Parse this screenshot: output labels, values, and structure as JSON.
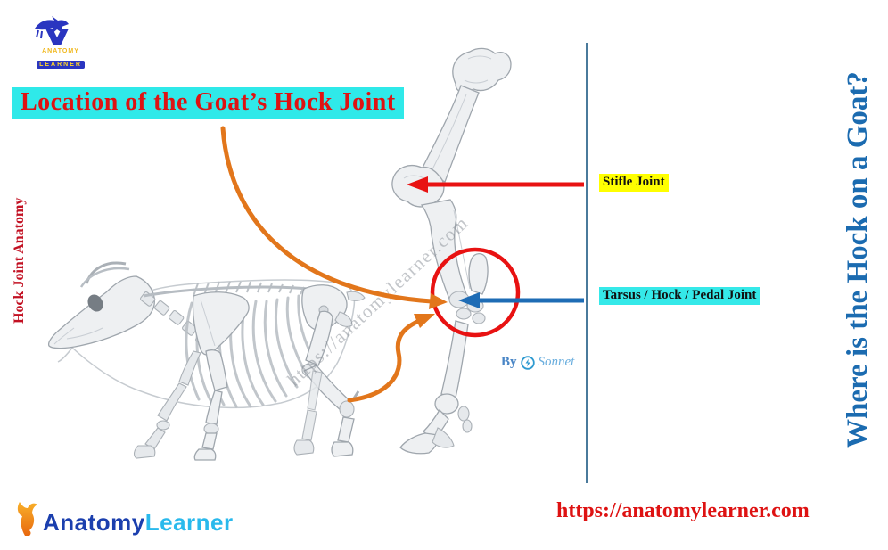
{
  "branding": {
    "top_logo": {
      "line1": "ANATOMY",
      "line2": "LEARNER"
    },
    "footer_brand": {
      "first": "Anatomy",
      "second": "Learner"
    },
    "footer_url": "https://anatomylearner.com"
  },
  "title": {
    "text": "Location of the Goat’s Hock Joint",
    "bg": "#2FE9E9",
    "color": "#DE1212"
  },
  "side_labels": {
    "left": {
      "text": "Hock Joint Anatomy",
      "color": "#C21022"
    },
    "right": {
      "text": "Where is the Hock on a Goat?",
      "color": "#1B6BB0"
    }
  },
  "annotations": {
    "stifle": {
      "text": "Stifle Joint",
      "bg": "#FFFF00",
      "arrow_color": "#E81212"
    },
    "tarsus": {
      "text": "Tarsus / Hock / Pedal Joint",
      "bg": "#35E9E9",
      "arrow_color": "#1E6CB5"
    },
    "pointer_color": "#E2761B",
    "circle_color": "#E81212"
  },
  "byline": {
    "prefix": "By",
    "brand": "Sonnet"
  },
  "watermark": {
    "text": "https://anatomylearner.com"
  }
}
